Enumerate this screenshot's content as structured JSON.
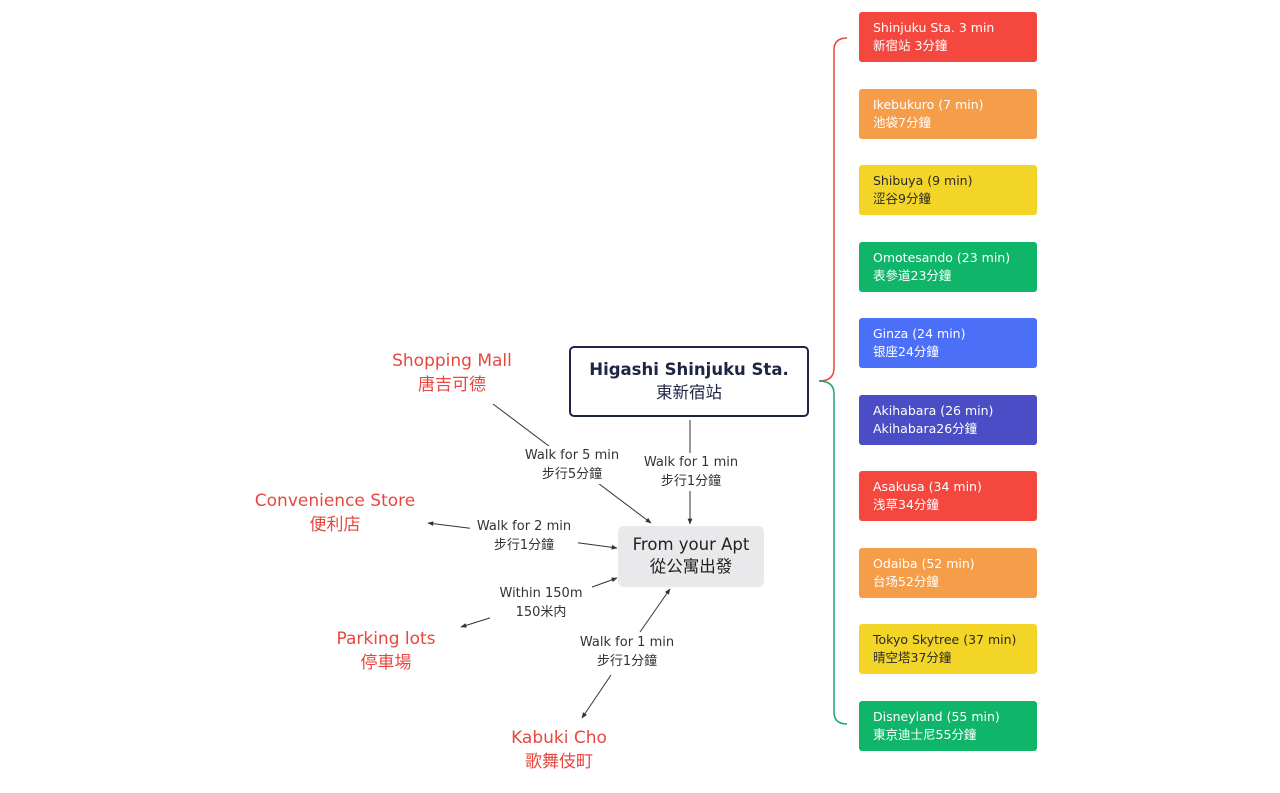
{
  "hub": {
    "line1": "Higashi Shinjuku Sta.",
    "line2": "東新宿站"
  },
  "origin": {
    "line1": "From your Apt",
    "line2": "從公寓出發"
  },
  "places": {
    "shopping_mall": {
      "line1": "Shopping Mall",
      "line2": "唐吉可德"
    },
    "convenience_store": {
      "line1": "Convenience Store",
      "line2": "便利店"
    },
    "parking_lots": {
      "line1": "Parking lots",
      "line2": "停車場"
    },
    "kabuki_cho": {
      "line1": "Kabuki Cho",
      "line2": "歌舞伎町"
    }
  },
  "edges": {
    "mall": {
      "line1": "Walk for 5 min",
      "line2": "步行5分鐘"
    },
    "hub": {
      "line1": "Walk for 1 min",
      "line2": "步行1分鐘"
    },
    "store": {
      "line1": "Walk for 2 min",
      "line2": "步行1分鐘"
    },
    "parking": {
      "line1": "Within 150m",
      "line2": "150米内"
    },
    "kabuki": {
      "line1": "Walk for 1 min",
      "line2": "步行1分鐘"
    }
  },
  "colors": {
    "red": "#f4473e",
    "orange": "#f59d48",
    "yellow": "#f2d526",
    "green": "#0fb66a",
    "blue": "#4c6ff7",
    "indigo": "#4a4dc6",
    "bracket_red": "#e8473f",
    "bracket_green": "#1ba66a",
    "place_text": "#e8473f"
  },
  "destinations": [
    {
      "line1": "Shinjuku Sta. 3 min",
      "line2": "新宿站 3分鐘",
      "color": "red"
    },
    {
      "line1": "Ikebukuro (7 min)",
      "line2": "池袋7分鐘",
      "color": "orange"
    },
    {
      "line1": "Shibuya (9 min)",
      "line2": "涩谷9分鐘",
      "color": "yellow"
    },
    {
      "line1": "Omotesando (23 min)",
      "line2": "表參道23分鐘",
      "color": "green"
    },
    {
      "line1": "Ginza (24 min)",
      "line2": "银座24分鐘",
      "color": "blue"
    },
    {
      "line1": "Akihabara (26 min)",
      "line2": "Akihabara26分鐘",
      "color": "indigo"
    },
    {
      "line1": "Asakusa (34 min)",
      "line2": "浅草34分鐘",
      "color": "red"
    },
    {
      "line1": "Odaiba (52 min)",
      "line2": "台场52分鐘",
      "color": "orange"
    },
    {
      "line1": "Tokyo Skytree (37 min)",
      "line2": "晴空塔37分鐘",
      "color": "yellow"
    },
    {
      "line1": "Disneyland (55 min)",
      "line2": "東京迪士尼55分鐘",
      "color": "green"
    }
  ]
}
